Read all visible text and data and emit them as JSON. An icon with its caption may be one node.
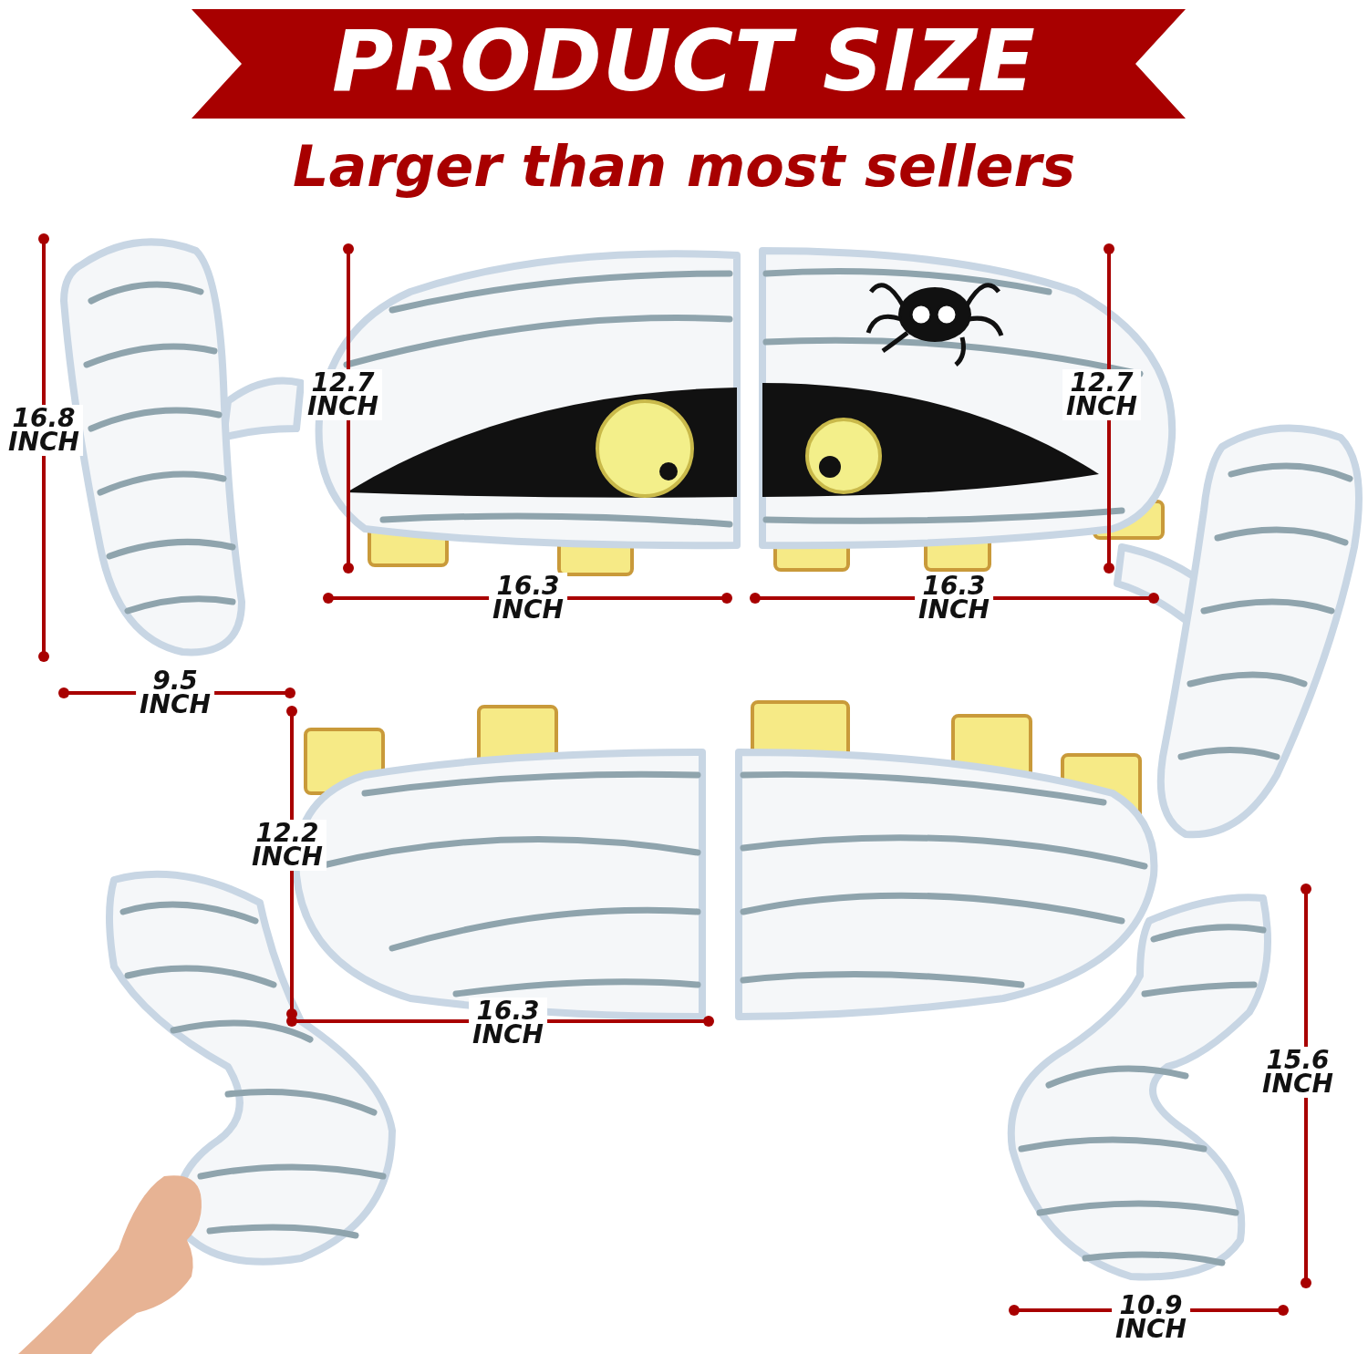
{
  "diagram": {
    "title": "PRODUCT SIZE",
    "labels": [
      "Larger than most sellers",
      "16.8 INCH",
      "12.7 INCH",
      "12.7 INCH",
      "16.3 INCH",
      "16.3 INCH",
      "9.5 INCH",
      "12.2 INCH",
      "16.3 INCH",
      "15.6 INCH",
      "10.9 INCH"
    ]
  }
}
